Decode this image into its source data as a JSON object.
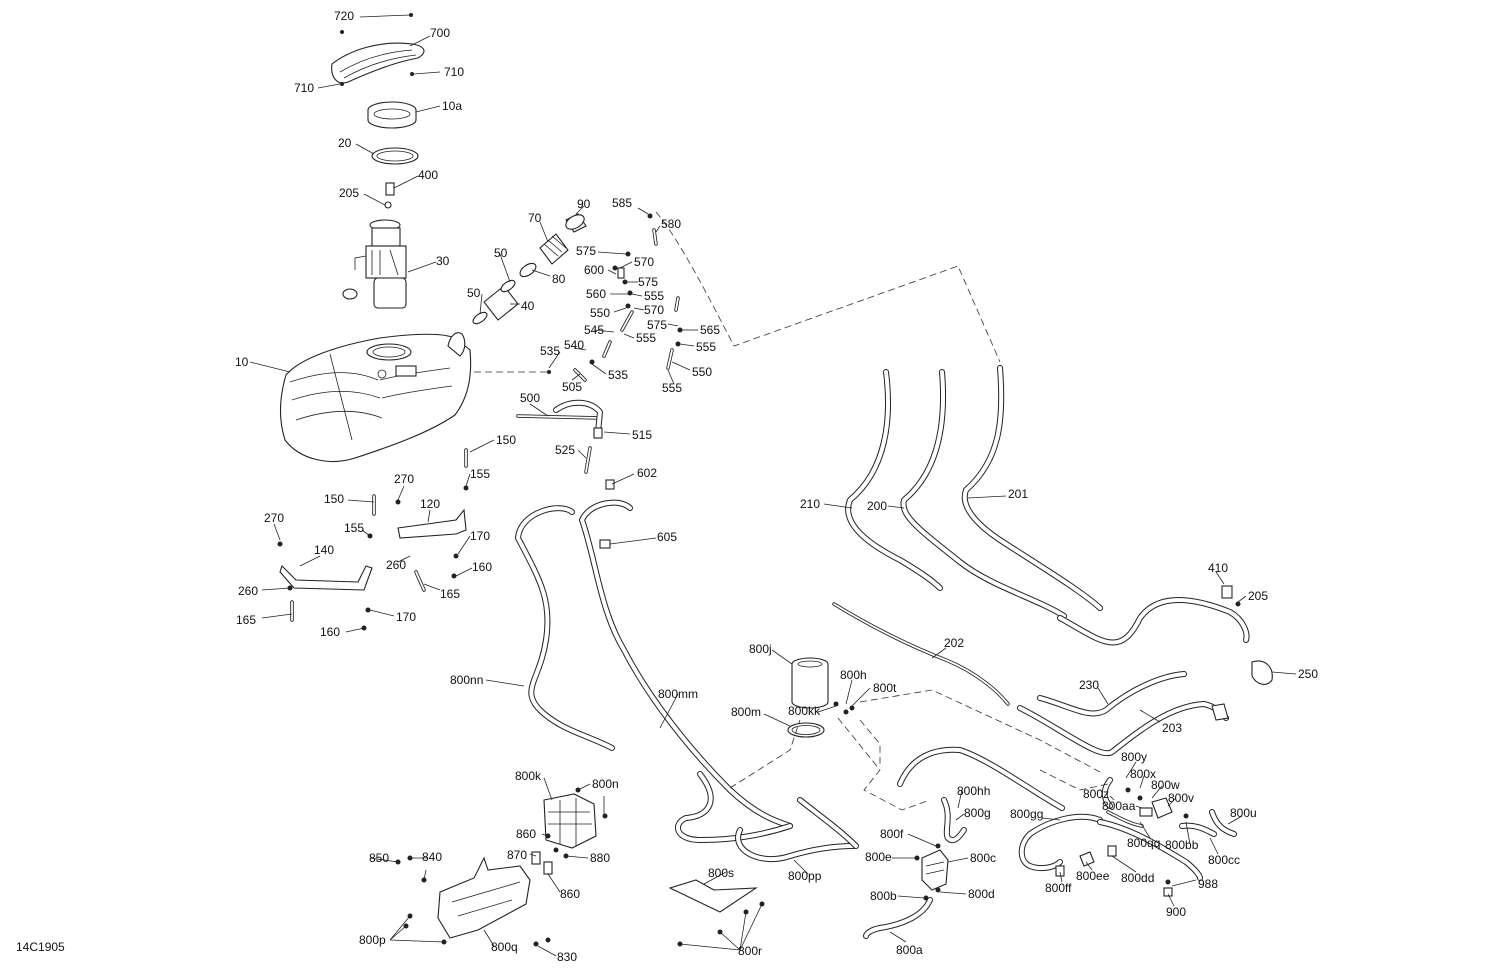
{
  "figure_code": "14C1905",
  "callouts": {
    "c720": "720",
    "c700": "700",
    "c710a": "710",
    "c710b": "710",
    "c10a": "10a",
    "c20": "20",
    "c205a": "205",
    "c400": "400",
    "c30": "30",
    "c10": "10",
    "c90": "90",
    "c70": "70",
    "c50a": "50",
    "c80": "80",
    "c50b": "50",
    "c40": "40",
    "c585": "585",
    "c580": "580",
    "c575a": "575",
    "c570a": "570",
    "c600": "600",
    "c575b": "575",
    "c560": "560",
    "c555a": "555",
    "c550a": "550",
    "c570b": "570",
    "c575c": "575",
    "c565": "565",
    "c545": "545",
    "c555b": "555",
    "c555c": "555",
    "c535a": "535",
    "c540": "540",
    "c535b": "535",
    "c505": "505",
    "c550b": "550",
    "c555d": "555",
    "c500": "500",
    "c515": "515",
    "c525": "525",
    "c602": "602",
    "c150a": "150",
    "c155a": "155",
    "c270a": "270",
    "c150b": "150",
    "c120": "120",
    "c270b": "270",
    "c155b": "155",
    "c170a": "170",
    "c140": "140",
    "c260a": "260",
    "c160a": "160",
    "c260b": "260",
    "c165a": "165",
    "c165b": "165",
    "c170b": "170",
    "c160b": "160",
    "c605": "605",
    "c210": "210",
    "c200": "200",
    "c201": "201",
    "c410": "410",
    "c205b": "205",
    "c202": "202",
    "c250": "250",
    "c230": "230",
    "c203": "203",
    "c800nn": "800nn",
    "c800mm": "800mm",
    "c800j": "800j",
    "c800h": "800h",
    "c800t": "800t",
    "c800kk": "800kk",
    "c800m": "800m",
    "c800k": "800k",
    "c800n": "800n",
    "c860a": "860",
    "c880": "880",
    "c850": "850",
    "c840": "840",
    "c870": "870",
    "c860b": "860",
    "c800p": "800p",
    "c800q": "800q",
    "c830": "830",
    "c800s": "800s",
    "c800pp": "800pp",
    "c800r": "800r",
    "c800hh": "800hh",
    "c800g": "800g",
    "c800f": "800f",
    "c800e": "800e",
    "c800c": "800c",
    "c800b": "800b",
    "c800d": "800d",
    "c800a": "800a",
    "c800gg": "800gg",
    "c800y": "800y",
    "c800x": "800x",
    "c800z": "800z",
    "c800w": "800w",
    "c800aa": "800aa",
    "c800v": "800v",
    "c800u": "800u",
    "c800qq": "800qq",
    "c800bb": "800bb",
    "c800cc": "800cc",
    "c800ff": "800ff",
    "c800ee": "800ee",
    "c800dd": "800dd",
    "c988": "988",
    "c900": "900"
  }
}
